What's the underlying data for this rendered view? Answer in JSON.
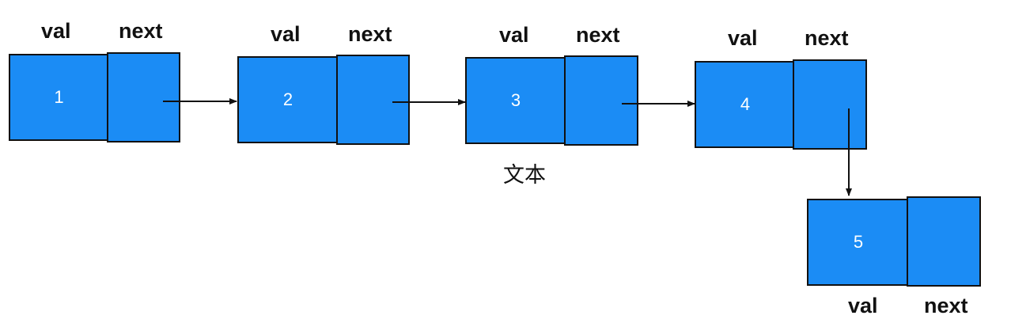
{
  "nodes": [
    {
      "val": "1",
      "val_label": "val",
      "next_label": "next"
    },
    {
      "val": "2",
      "val_label": "val",
      "next_label": "next"
    },
    {
      "val": "3",
      "val_label": "val",
      "next_label": "next"
    },
    {
      "val": "4",
      "val_label": "val",
      "next_label": "next"
    },
    {
      "val": "5",
      "val_label": "val",
      "next_label": "next"
    }
  ],
  "caption": "文本",
  "colors": {
    "node_fill": "#1b8cf5",
    "border": "#111111",
    "value_text": "#ffffff",
    "label_text": "#111111"
  }
}
